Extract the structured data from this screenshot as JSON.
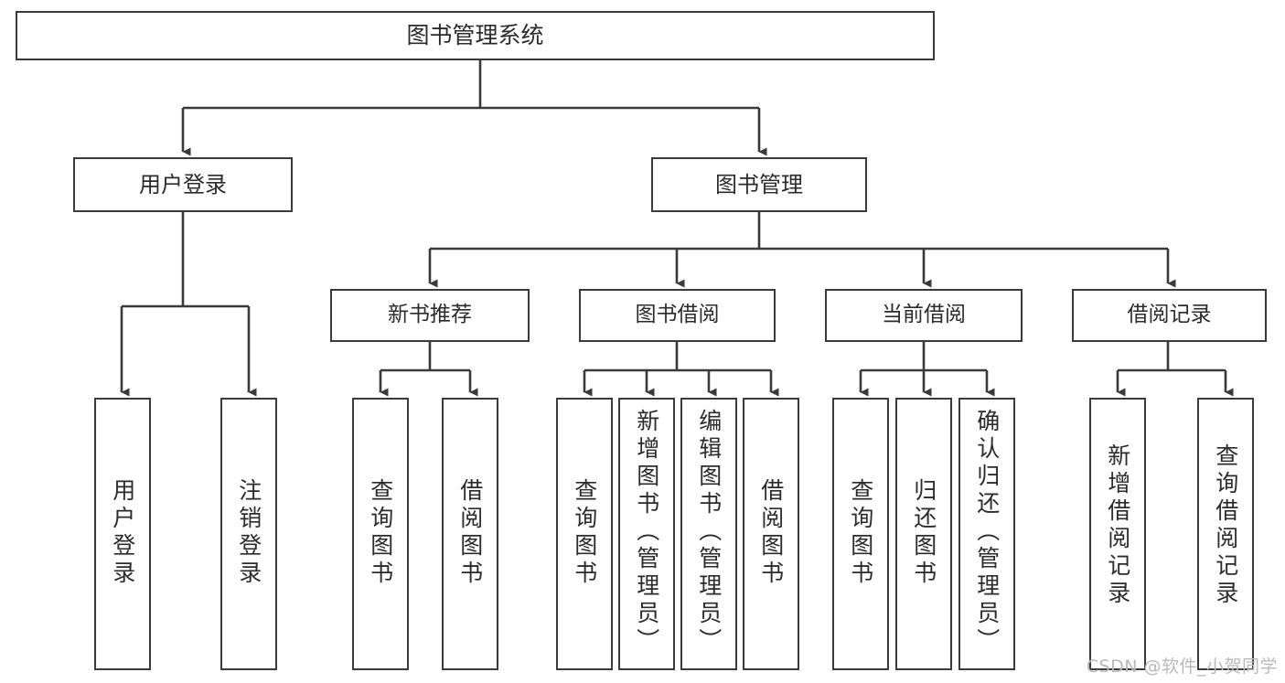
{
  "diagram": {
    "type": "tree-hierarchy",
    "title_text": "图书管理系统",
    "root": {
      "id": "root",
      "label": "图书管理系统"
    },
    "level2": [
      {
        "id": "user-login",
        "label": "用户登录"
      },
      {
        "id": "book-management",
        "label": "图书管理"
      }
    ],
    "level3": [
      {
        "id": "new-book-recommend",
        "label": "新书推荐"
      },
      {
        "id": "book-borrow",
        "label": "图书借阅"
      },
      {
        "id": "current-borrow",
        "label": "当前借阅"
      },
      {
        "id": "borrow-record",
        "label": "借阅记录"
      }
    ],
    "leaves": {
      "user_login": [
        {
          "id": "leaf-user-login",
          "label": "用户登录"
        },
        {
          "id": "leaf-logout-login",
          "label": "注销登录"
        }
      ],
      "new_book_recommend": [
        {
          "id": "leaf-query-book-1",
          "label": "查询图书"
        },
        {
          "id": "leaf-borrow-book-1",
          "label": "借阅图书"
        }
      ],
      "book_borrow": [
        {
          "id": "leaf-query-book-2",
          "label": "查询图书"
        },
        {
          "id": "leaf-add-book",
          "label": "新增图书（管理员）"
        },
        {
          "id": "leaf-edit-book",
          "label": "编辑图书（管理员）"
        },
        {
          "id": "leaf-borrow-book-2",
          "label": "借阅图书"
        }
      ],
      "current_borrow": [
        {
          "id": "leaf-query-book-3",
          "label": "查询图书"
        },
        {
          "id": "leaf-return-book",
          "label": "归还图书"
        },
        {
          "id": "leaf-confirm-return",
          "label": "确认归还（管理员）"
        }
      ],
      "borrow_record": [
        {
          "id": "leaf-add-record",
          "label": "新增借阅记录"
        },
        {
          "id": "leaf-query-record",
          "label": "查询借阅记录"
        }
      ]
    }
  },
  "watermark": {
    "text": "CSDN @软件_小贺同学"
  },
  "colors": {
    "box_border": "#3a3a3a",
    "box_fill": "#ffffff",
    "connector": "#3a3a3a",
    "text": "#2b2b2b",
    "watermark": "#b9b9b9",
    "background": "#ffffff"
  }
}
